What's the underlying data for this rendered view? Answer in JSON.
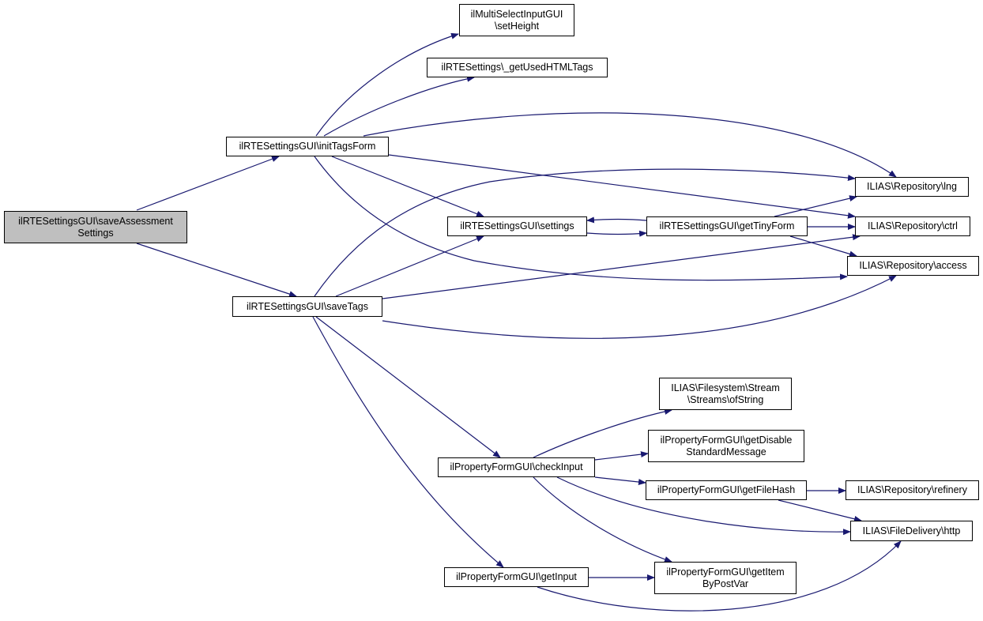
{
  "colors": {
    "edge": "#191970",
    "node_border": "#000000",
    "root_fill": "#bfbfbf",
    "node_fill": "#ffffff"
  },
  "nodes": {
    "save_assessment": {
      "lines": [
        "ilRTESettingsGUI\\saveAssessment",
        "Settings"
      ]
    },
    "init_tags_form": {
      "lines": [
        "ilRTESettingsGUI\\initTagsForm"
      ]
    },
    "save_tags": {
      "lines": [
        "ilRTESettingsGUI\\saveTags"
      ]
    },
    "set_height": {
      "lines": [
        "ilMultiSelectInputGUI",
        "\\setHeight"
      ]
    },
    "get_used_html_tags": {
      "lines": [
        "ilRTESettings\\_getUsedHTMLTags"
      ]
    },
    "settings": {
      "lines": [
        "ilRTESettingsGUI\\settings"
      ]
    },
    "get_tiny_form": {
      "lines": [
        "ilRTESettingsGUI\\getTinyForm"
      ]
    },
    "repo_lng": {
      "lines": [
        "ILIAS\\Repository\\lng"
      ]
    },
    "repo_ctrl": {
      "lines": [
        "ILIAS\\Repository\\ctrl"
      ]
    },
    "repo_access": {
      "lines": [
        "ILIAS\\Repository\\access"
      ]
    },
    "streams_of_string": {
      "lines": [
        "ILIAS\\Filesystem\\Stream",
        "\\Streams\\ofString"
      ]
    },
    "check_input": {
      "lines": [
        "ilPropertyFormGUI\\checkInput"
      ]
    },
    "get_disable_std_msg": {
      "lines": [
        "ilPropertyFormGUI\\getDisable",
        "StandardMessage"
      ]
    },
    "get_file_hash": {
      "lines": [
        "ilPropertyFormGUI\\getFileHash"
      ]
    },
    "repo_refinery": {
      "lines": [
        "ILIAS\\Repository\\refinery"
      ]
    },
    "file_delivery_http": {
      "lines": [
        "ILIAS\\FileDelivery\\http"
      ]
    },
    "get_input": {
      "lines": [
        "ilPropertyFormGUI\\getInput"
      ]
    },
    "get_item_by_post_var": {
      "lines": [
        "ilPropertyFormGUI\\getItem",
        "ByPostVar"
      ]
    }
  },
  "edges": [
    [
      "save_assessment",
      "init_tags_form"
    ],
    [
      "save_assessment",
      "save_tags"
    ],
    [
      "init_tags_form",
      "set_height"
    ],
    [
      "init_tags_form",
      "get_used_html_tags"
    ],
    [
      "init_tags_form",
      "repo_lng"
    ],
    [
      "init_tags_form",
      "repo_ctrl"
    ],
    [
      "init_tags_form",
      "settings"
    ],
    [
      "init_tags_form",
      "repo_access"
    ],
    [
      "save_tags",
      "repo_lng"
    ],
    [
      "save_tags",
      "settings"
    ],
    [
      "save_tags",
      "repo_ctrl"
    ],
    [
      "save_tags",
      "repo_access"
    ],
    [
      "save_tags",
      "check_input"
    ],
    [
      "save_tags",
      "get_input"
    ],
    [
      "settings",
      "get_tiny_form"
    ],
    [
      "get_tiny_form",
      "settings"
    ],
    [
      "get_tiny_form",
      "repo_lng"
    ],
    [
      "get_tiny_form",
      "repo_ctrl"
    ],
    [
      "get_tiny_form",
      "repo_access"
    ],
    [
      "check_input",
      "streams_of_string"
    ],
    [
      "check_input",
      "get_disable_std_msg"
    ],
    [
      "check_input",
      "get_file_hash"
    ],
    [
      "check_input",
      "file_delivery_http"
    ],
    [
      "check_input",
      "get_item_by_post_var"
    ],
    [
      "get_file_hash",
      "repo_refinery"
    ],
    [
      "get_file_hash",
      "file_delivery_http"
    ],
    [
      "get_input",
      "get_item_by_post_var"
    ],
    [
      "get_input",
      "file_delivery_http"
    ]
  ]
}
